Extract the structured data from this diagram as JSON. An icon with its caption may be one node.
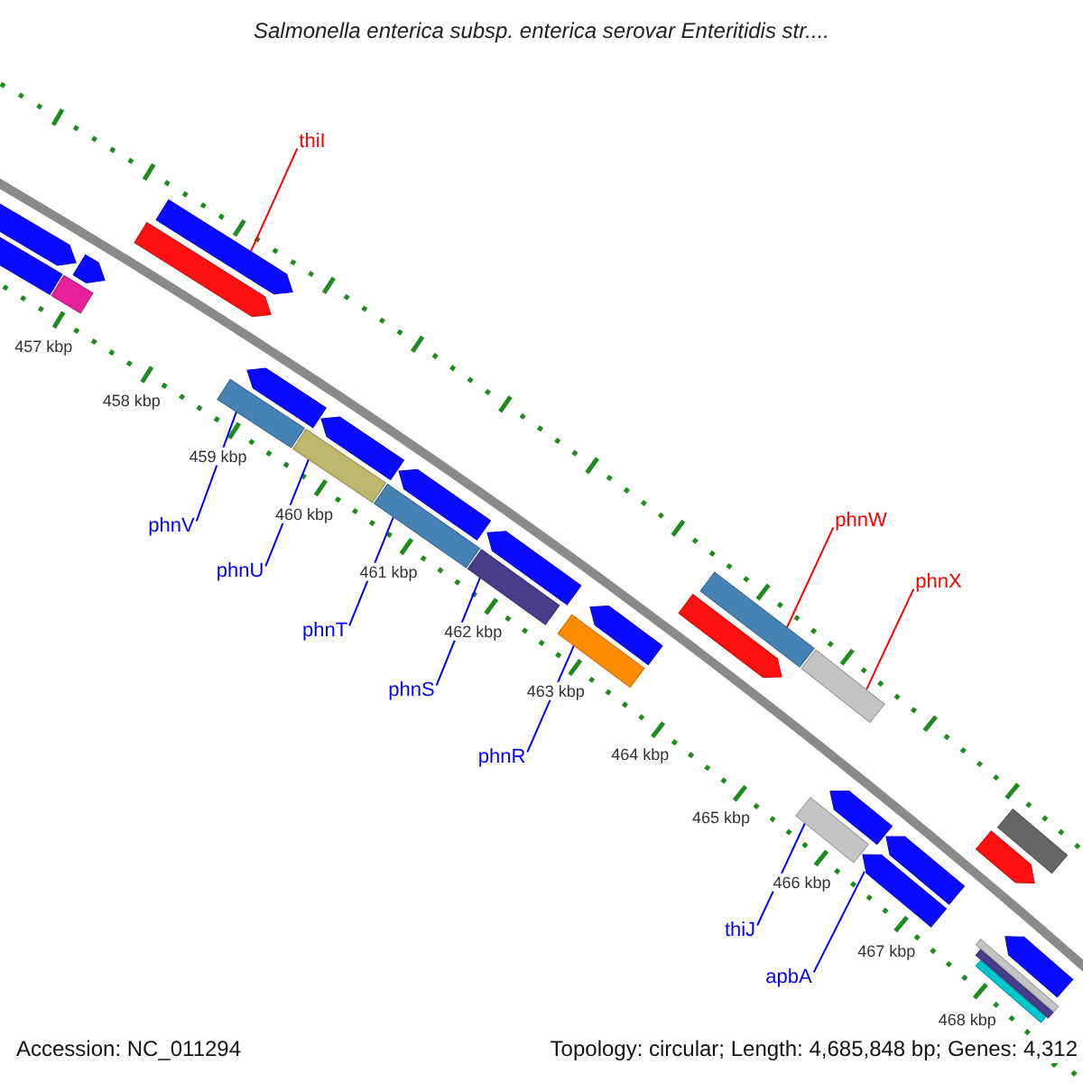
{
  "diagram": {
    "title": "Salmonella enterica subsp. enterica serovar Enteritidis str....",
    "nodes": [
      {
        "text": [
          "thiI"
        ]
      },
      {
        "text": [
          "phnW"
        ]
      },
      {
        "text": [
          "phnX"
        ]
      },
      {
        "text": [
          "phnV"
        ]
      },
      {
        "text": [
          "phnU"
        ]
      },
      {
        "text": [
          "phnT"
        ]
      },
      {
        "text": [
          "phnS"
        ]
      },
      {
        "text": [
          "phnR"
        ]
      },
      {
        "text": [
          "thiJ"
        ]
      },
      {
        "text": [
          "apbA"
        ]
      },
      {
        "text": [],
        "shape": "bar"
      },
      {
        "text": [],
        "shape": "bar"
      },
      {
        "text": [],
        "shape": "bar"
      },
      {
        "text": [],
        "shape": "bar"
      },
      {
        "text": [],
        "shape": "bar"
      },
      {
        "text": [],
        "shape": "bar"
      },
      {
        "text": [],
        "shape": "bar"
      },
      {
        "text": [],
        "shape": "bar"
      },
      {
        "text": [],
        "shape": "bar"
      },
      {
        "text": [],
        "shape": "bar"
      },
      {
        "text": [],
        "shape": "bar"
      },
      {
        "text": [],
        "shape": "bar"
      },
      {
        "text": [],
        "shape": "bar"
      },
      {
        "text": [],
        "shape": "bar"
      },
      {
        "text": [],
        "shape": "bar"
      },
      {
        "text": [],
        "shape": "bar"
      },
      {
        "text": [],
        "shape": "bar"
      },
      {
        "text": [],
        "shape": "bar"
      },
      {
        "text": [],
        "shape": "bar"
      },
      {
        "text": [],
        "shape": "bar"
      },
      {
        "text": [],
        "shape": "bar"
      },
      {
        "text": [],
        "shape": "bar"
      },
      {
        "text": [],
        "shape": "bar"
      },
      {
        "text": [],
        "shape": "bar"
      },
      {
        "text": [],
        "shape": "bar"
      },
      {
        "text": [],
        "shape": "bar"
      },
      {
        "text": [],
        "shape": "bar"
      },
      {
        "text": [],
        "shape": "bar"
      },
      {
        "text": [],
        "shape": "bar"
      }
    ],
    "edges": [
      {
        "from": 0,
        "to": 10,
        "arrow": "none",
        "color": "#ff0000"
      },
      {
        "from": 1,
        "to": 11,
        "arrow": "none",
        "color": "#ff0000"
      },
      {
        "from": 2,
        "to": 12,
        "arrow": "none",
        "color": "#ff0000"
      },
      {
        "from": 3,
        "to": 13,
        "arrow": "none"
      },
      {
        "from": 4,
        "to": 14,
        "arrow": "none"
      },
      {
        "from": 5,
        "to": 15,
        "arrow": "none"
      },
      {
        "from": 6,
        "to": 16,
        "arrow": "none"
      },
      {
        "from": 7,
        "to": 17,
        "arrow": "none"
      },
      {
        "from": 8,
        "to": 18,
        "arrow": "none"
      },
      {
        "from": 9,
        "to": 19,
        "arrow": "none"
      }
    ],
    "labels": [
      "457 kbp",
      "458 kbp",
      "459 kbp",
      "460 kbp",
      "461 kbp",
      "462 kbp",
      "463 kbp",
      "464 kbp",
      "465 kbp",
      "466 kbp",
      "467 kbp",
      "468 kbp",
      "Accession: NC_011294",
      "Topology: circular; Length: 4,685,848 bp; Genes: 4,312"
    ]
  }
}
